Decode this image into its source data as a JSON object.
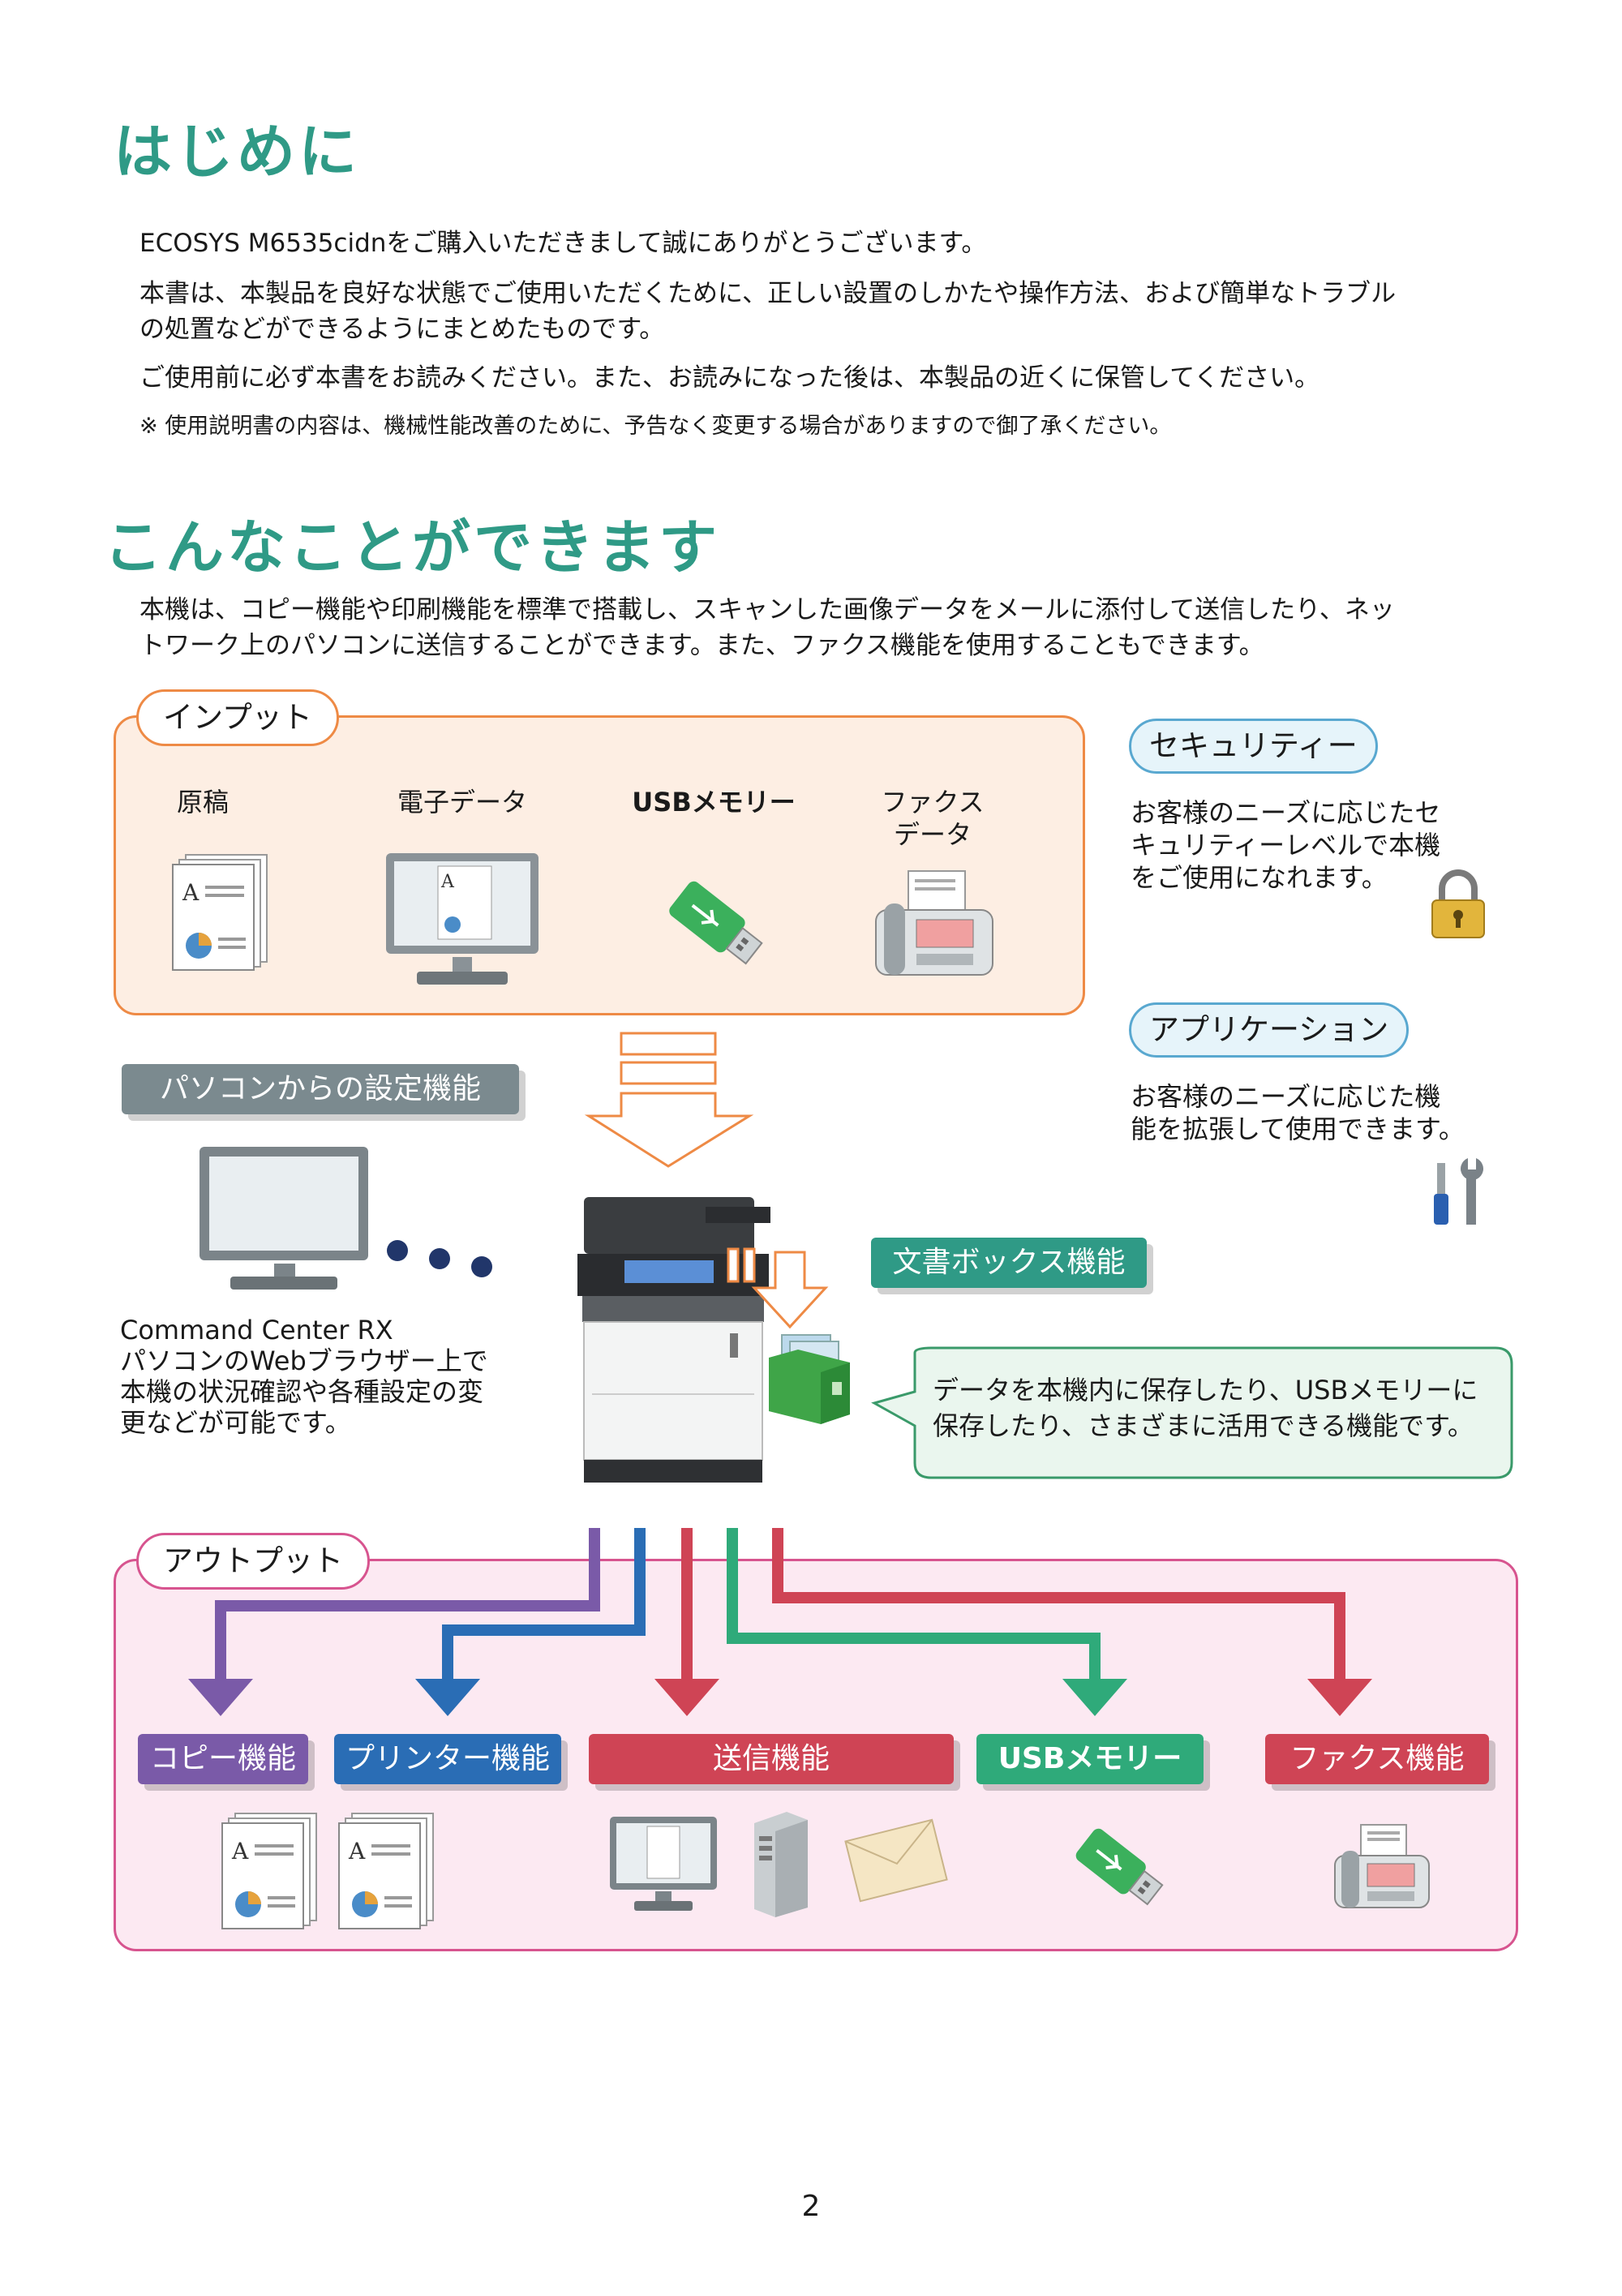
{
  "intro": {
    "heading": "はじめに",
    "p1": "ECOSYS M6535cidnをご購入いただきまして誠にありがとうございます。",
    "p2_line1": "本書は、本製品を良好な状態でご使用いただくために、正しい設置のしかたや操作方法、および簡単なトラブル",
    "p2_line2": "の処置などができるようにまとめたものです。",
    "p3": "ご使用前に必ず本書をお読みください。また、お読みになった後は、本製品の近くに保管してください。",
    "note": "※  使用説明書の内容は、機械性能改善のために、予告なく変更する場合がありますので御了承ください。"
  },
  "features": {
    "heading": "こんなことができます",
    "desc_line1": "本機は、コピー機能や印刷機能を標準で搭載し、スキャンした画像データをメールに添付して送信したり、ネッ",
    "desc_line2": "トワーク上のパソコンに送信することができます。また、ファクス機能を使用することもできます。"
  },
  "input": {
    "tab": "インプット",
    "items": [
      "原稿",
      "電子データ",
      "USBメモリー",
      "ファクス",
      "データ"
    ]
  },
  "security": {
    "label": "セキュリティー",
    "lines": [
      "お客様のニーズに応じたセ",
      "キュリティーレベルで本機",
      "をご使用になれます。"
    ]
  },
  "application": {
    "label": "アプリケーション",
    "lines": [
      "お客様のニーズに応じた機",
      "能を拡張して使用できます。"
    ]
  },
  "pc_settings": {
    "label": "パソコンからの設定機能",
    "lines": [
      "Command Center RX",
      "パソコンのWebブラウザー上で",
      "本機の状況確認や各種設定の変",
      "更などが可能です。"
    ]
  },
  "docbox": {
    "label": "文書ボックス機能",
    "lines": [
      "データを本機内に保存したり、USBメモリーに",
      "保存したり、さまざまに活用できる機能です。"
    ]
  },
  "output": {
    "tab": "アウトプット",
    "labels": [
      "コピー機能",
      "プリンター機能",
      "送信機能",
      "USBメモリー",
      "ファクス機能"
    ]
  },
  "colors": {
    "teal": "#2f9a86",
    "orange": "#ee8a45",
    "pink": "#d7548f",
    "purple": "#7a5aa8",
    "blue": "#2a6db5",
    "red": "#cf4455",
    "green": "#2faa7a",
    "grey": "#7b8a8f"
  },
  "page_number": "2"
}
